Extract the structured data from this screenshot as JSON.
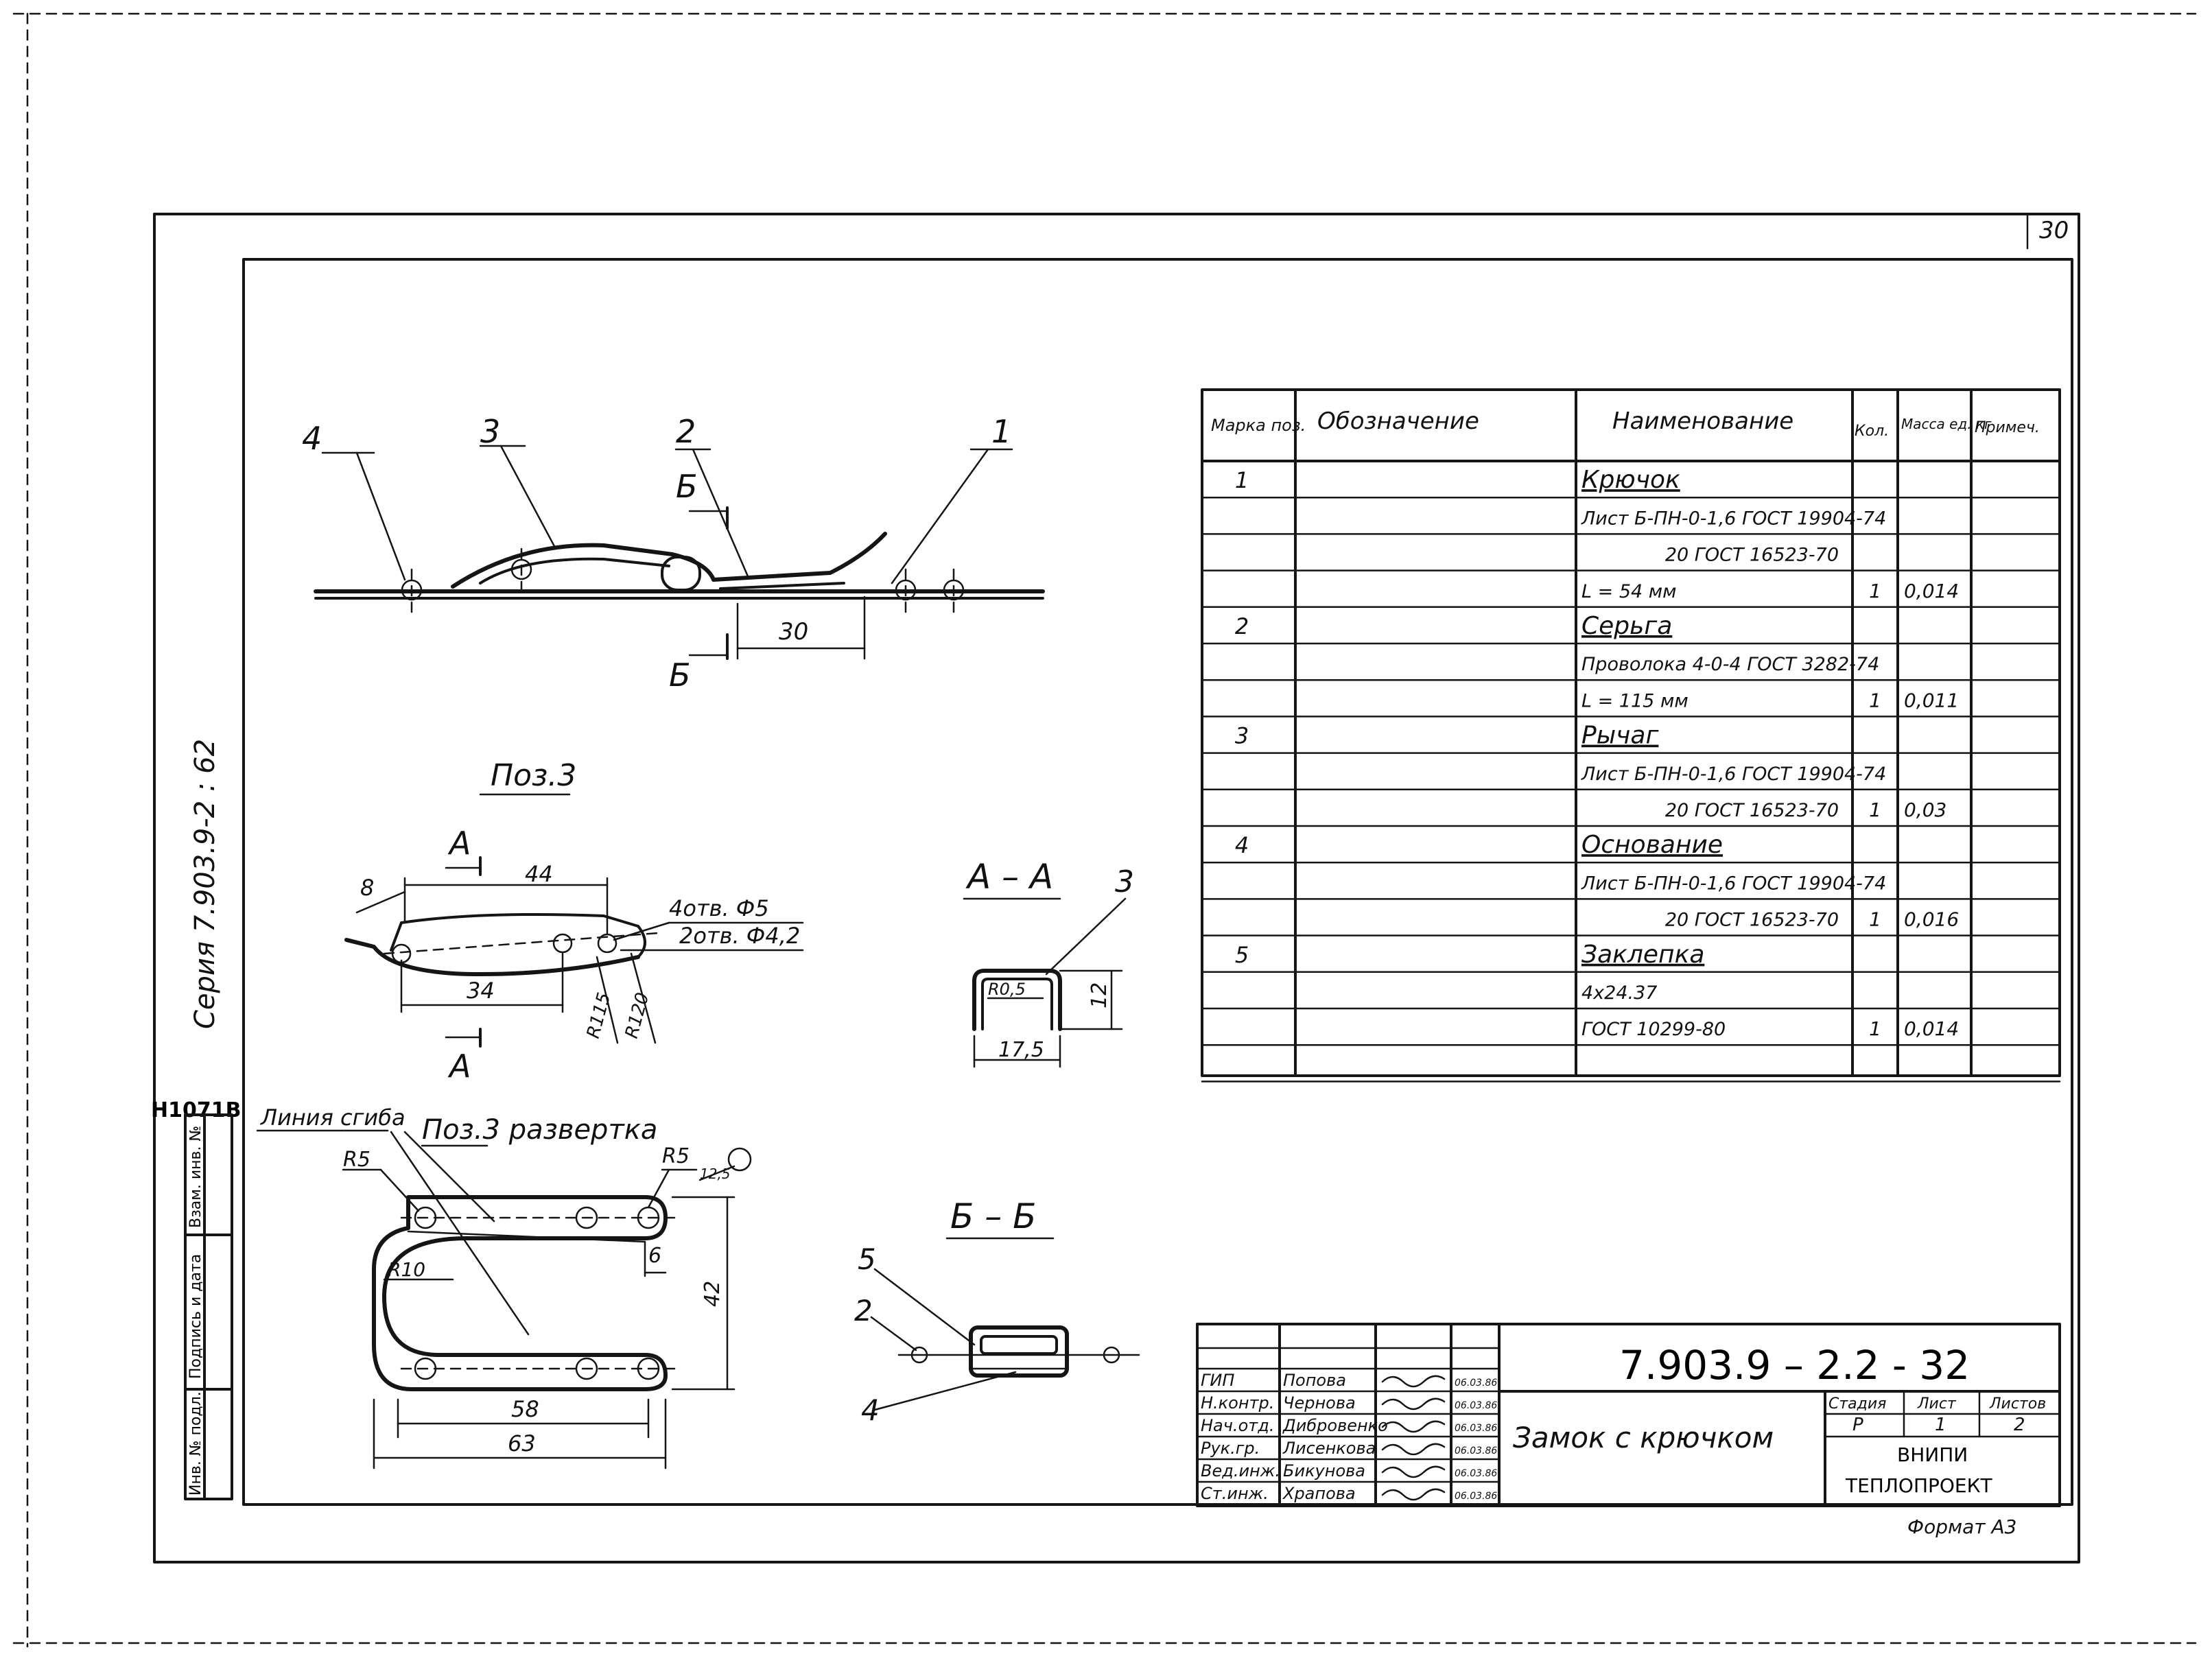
{
  "sheet_number": "30",
  "series_label": "Серия 7.903.9-2 : 62",
  "inventory_number": "Н1071В",
  "side_stamp": [
    "Взам. инв. №",
    "Подпись и дата",
    "Инв. № подл."
  ],
  "spec_table": {
    "headers": [
      "Марка поз.",
      "Обозначение",
      "Наименование",
      "Кол.",
      "Масса ед. кг",
      "Примеч."
    ],
    "rows": [
      {
        "mark": "1",
        "name": "Крючок",
        "qty": "",
        "mass": "",
        "underline": true
      },
      {
        "mark": "",
        "name": "Лист Б-ПН-0-1,6 ГОСТ 19904-74",
        "qty": "",
        "mass": ""
      },
      {
        "mark": "",
        "name": "20 ГОСТ 16523-70",
        "qty": "",
        "mass": "",
        "right": true
      },
      {
        "mark": "",
        "name": "L = 54 мм",
        "qty": "1",
        "mass": "0,014"
      },
      {
        "mark": "2",
        "name": "Серьга",
        "qty": "",
        "mass": "",
        "underline": true
      },
      {
        "mark": "",
        "name": "Проволока 4-0-4 ГОСТ 3282-74",
        "qty": "",
        "mass": ""
      },
      {
        "mark": "",
        "name": "L = 115 мм",
        "qty": "1",
        "mass": "0,011"
      },
      {
        "mark": "3",
        "name": "Рычаг",
        "qty": "",
        "mass": "",
        "underline": true
      },
      {
        "mark": "",
        "name": "Лист Б-ПН-0-1,6 ГОСТ 19904-74",
        "qty": "",
        "mass": ""
      },
      {
        "mark": "",
        "name": "20 ГОСТ 16523-70",
        "qty": "1",
        "mass": "0,03",
        "right": true
      },
      {
        "mark": "4",
        "name": "Основание",
        "qty": "",
        "mass": "",
        "underline": true
      },
      {
        "mark": "",
        "name": "Лист Б-ПН-0-1,6 ГОСТ 19904-74",
        "qty": "",
        "mass": ""
      },
      {
        "mark": "",
        "name": "20 ГОСТ 16523-70",
        "qty": "1",
        "mass": "0,016",
        "right": true
      },
      {
        "mark": "5",
        "name": "Заклепка",
        "qty": "",
        "mass": "",
        "underline": true
      },
      {
        "mark": "",
        "name": "4х24.37",
        "qty": "",
        "mass": ""
      },
      {
        "mark": "",
        "name": "ГОСТ 10299-80",
        "qty": "1",
        "mass": "0,014"
      },
      {
        "mark": "",
        "name": "",
        "qty": "",
        "mass": ""
      }
    ]
  },
  "drawing_labels": {
    "main_view_callouts": [
      "4",
      "3",
      "2",
      "1"
    ],
    "section_b_mark": "Б",
    "dim_30": "30",
    "poz3_title": "Поз.3",
    "section_a_mark": "А",
    "dim_44": "44",
    "dim_8": "8",
    "dim_34": "34",
    "holes_5": "4отв. Ф5",
    "holes_42": "2отв. Ф4,2",
    "r115": "R115",
    "r120": "R120",
    "section_aa": "А – А",
    "aa_callout": "3",
    "r05": "R0,5",
    "dim_12": "12",
    "dim_175": "17,5",
    "bend_line": "Линия сгиба",
    "poz3_flat": "Поз.3 развертка",
    "r5_left": "R5",
    "r5_right": "R5",
    "r125": "12,5",
    "r10": "R10",
    "dim_6": "6",
    "dim_42": "42",
    "dim_58": "58",
    "dim_63": "63",
    "section_bb": "Б – Б",
    "bb_callout_5": "5",
    "bb_callout_2": "2",
    "bb_callout_4": "4"
  },
  "title_block": {
    "doc_number": "7.903.9 – 2.2 - 32",
    "title": "Замок с крючком",
    "stage_header": "Стадия",
    "sheet_header": "Лист",
    "sheets_header": "Листов",
    "stage": "Р",
    "sheet": "1",
    "sheets": "2",
    "org_line1": "ВНИПИ",
    "org_line2": "ТЕПЛОПРОЕКТ",
    "signatures": [
      {
        "role": "ГИП",
        "name": "Попова",
        "date": "06.03.86"
      },
      {
        "role": "Н.контр.",
        "name": "Чернова",
        "date": "06.03.86"
      },
      {
        "role": "Нач.отд.",
        "name": "Дибровенко",
        "date": "06.03.86"
      },
      {
        "role": "Рук.гр.",
        "name": "Лисенкова",
        "date": "06.03.86"
      },
      {
        "role": "Вед.инж.",
        "name": "Бикунова",
        "date": "06.03.86"
      },
      {
        "role": "Ст.инж.",
        "name": "Храпова",
        "date": "06.03.86"
      }
    ]
  },
  "format_label": "Формат А3"
}
